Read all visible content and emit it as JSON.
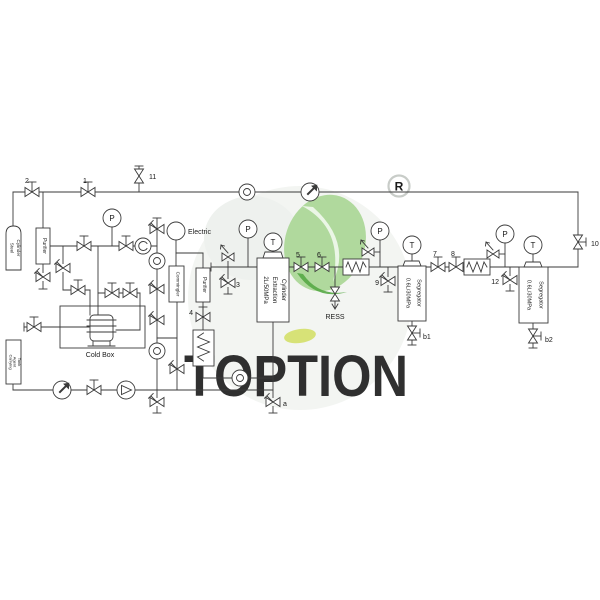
{
  "watermark": {
    "brand": "TOPTION",
    "registered_letter": "R"
  },
  "gauge": {
    "pressure": "P",
    "temperature": "T"
  },
  "equipment": {
    "steel_cylinder": [
      "Steel",
      "Cylinder"
    ],
    "purifier_top": "Purifier",
    "purifier_mid": "Purifier",
    "commingler": "Commingler",
    "electric_heater": "Electric",
    "extraction_cylinder": [
      "2L/50MPa",
      "Extraction",
      "Cylinder"
    ],
    "segregator_1": [
      "0.6L/30MPa",
      "Segregator"
    ],
    "segregator_2": [
      "0.6L/30MPa",
      "Segregator"
    ],
    "cold_box": "Cold Box",
    "carrying_agent_tank": [
      "Carrying",
      "Agent",
      "Tank"
    ],
    "ress_port": "RESS"
  },
  "valve_labels": {
    "v1": "1",
    "v2": "2",
    "v3": "3",
    "v4": "4",
    "v5": "5",
    "v6": "6",
    "v7": "7",
    "v8": "8",
    "v9": "9",
    "v10": "10",
    "v11": "11",
    "v12": "12",
    "va": "a",
    "vb1": "b1",
    "vb2": "b2"
  }
}
